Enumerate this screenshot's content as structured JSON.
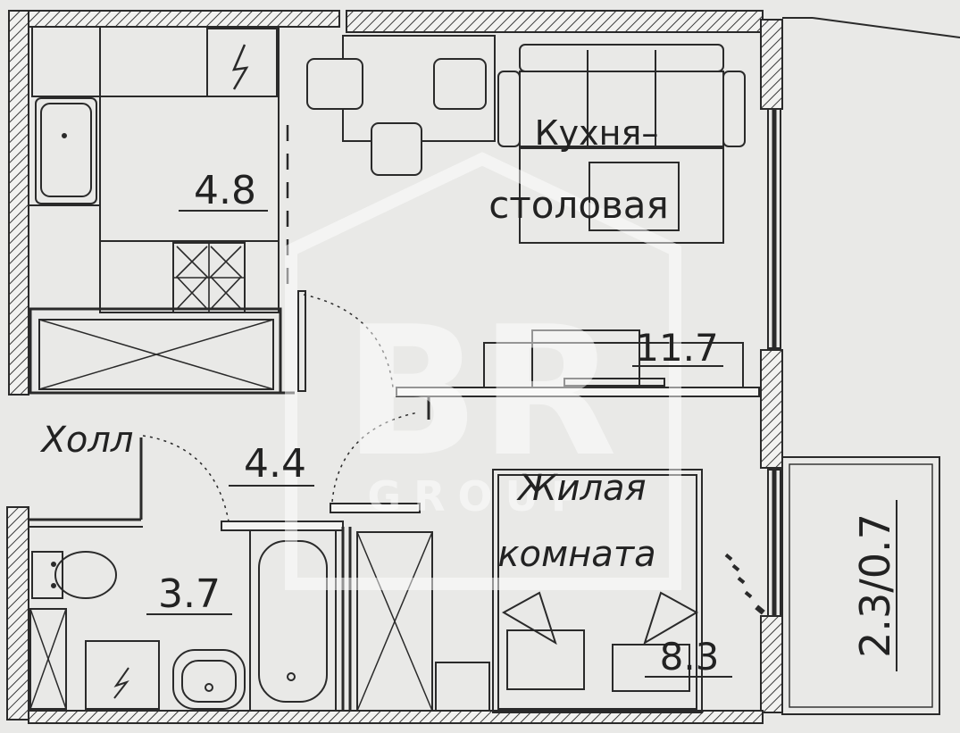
{
  "plan": {
    "rooms": [
      {
        "id": "kitchen",
        "name_line1": "Кухня–",
        "name_line2": "столовая",
        "area": "11.7"
      },
      {
        "id": "kitchen_niche",
        "area": "4.8"
      },
      {
        "id": "hall",
        "name": "Холл",
        "area": "4.4"
      },
      {
        "id": "bathroom",
        "area": "3.7"
      },
      {
        "id": "living",
        "name_line1": "Жилая",
        "name_line2": "комната",
        "area": "8.3"
      },
      {
        "id": "balcony",
        "area": "2.3/0.7"
      }
    ]
  },
  "watermark": {
    "logo": "BR",
    "subtitle": "GROUP",
    "color": "#ffffff"
  },
  "colors": {
    "background": "#e9e9e7",
    "line": "#2a2a2a",
    "wall_hatch": "#3a3a3a"
  }
}
